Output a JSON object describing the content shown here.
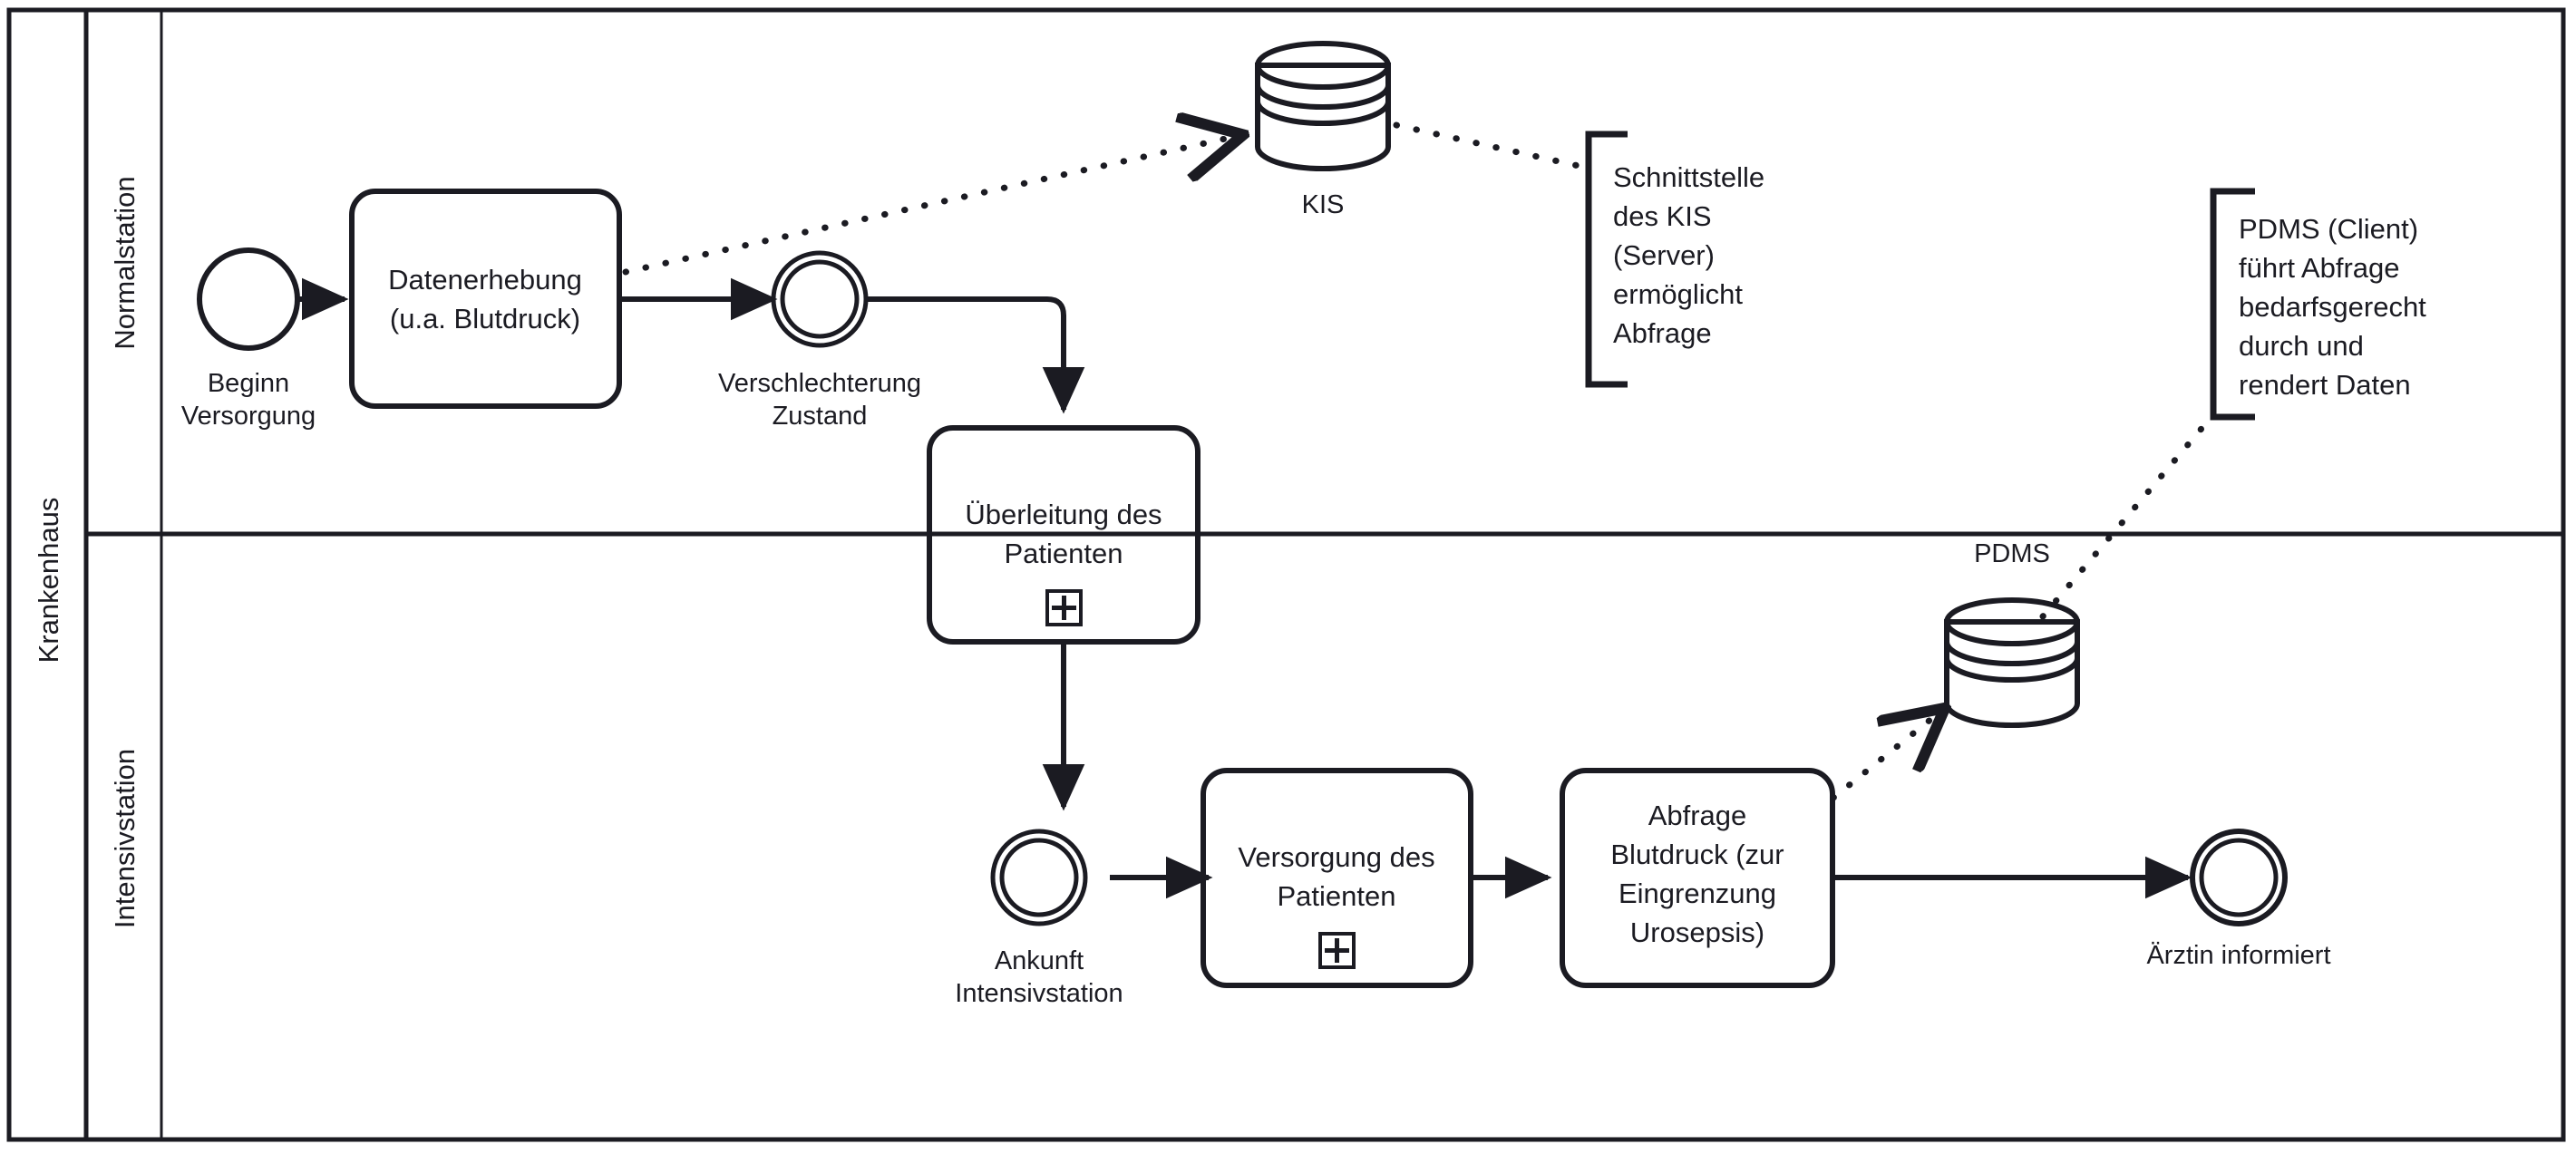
{
  "diagram": {
    "type": "bpmn-collaboration",
    "title": "Krankenhaus Blutdruck Abfrage Prozess",
    "stroke_color": "#1b1b22",
    "background_color": "#ffffff"
  },
  "pool": {
    "label": "Krankenhaus"
  },
  "lanes": [
    {
      "id": "normalstation",
      "label": "Normalstation"
    },
    {
      "id": "intensivstation",
      "label": "Intensivstation"
    }
  ],
  "events": [
    {
      "id": "start-beginn-versorgung",
      "kind": "start",
      "label": "Beginn\nVersorgung",
      "line1": "Beginn",
      "line2": "Versorgung"
    },
    {
      "id": "intermediate-verschlechterung",
      "kind": "intermediate",
      "label": "Verschlechterung\nZustand",
      "line1": "Verschlechterung",
      "line2": "Zustand"
    },
    {
      "id": "intermediate-ankunft",
      "kind": "intermediate",
      "label": "Ankunft\nIntensivstation",
      "line1": "Ankunft",
      "line2": "Intensivstation"
    },
    {
      "id": "end-aerztin-informiert",
      "kind": "end",
      "label": "Ärztin informiert",
      "line1": "Ärztin informiert",
      "line2": ""
    }
  ],
  "tasks": [
    {
      "id": "task-datenerhebung",
      "label": "Datenerhebung (u.a. Blutdruck)",
      "lines": [
        "Datenerhebung",
        "(u.a. Blutdruck)"
      ],
      "marker": "none"
    },
    {
      "id": "subprocess-ueberleitung",
      "label": "Überleitung des Patienten",
      "lines": [
        "Überleitung des",
        "Patienten"
      ],
      "marker": "collapsed-subprocess-plus"
    },
    {
      "id": "subprocess-versorgung",
      "label": "Versorgung des Patienten",
      "lines": [
        "Versorgung des",
        "Patienten"
      ],
      "marker": "collapsed-subprocess-plus"
    },
    {
      "id": "task-abfrage-blutdruck",
      "label": "Abfrage Blutdruck (zur Eingrenzung Urosepsis)",
      "lines": [
        "Abfrage",
        "Blutdruck (zur",
        "Eingrenzung",
        "Urosepsis)"
      ],
      "marker": "none"
    }
  ],
  "data_stores": [
    {
      "id": "datastore-kis",
      "label": "KIS"
    },
    {
      "id": "datastore-pdms",
      "label": "PDMS"
    }
  ],
  "annotations": [
    {
      "id": "annotation-kis",
      "lines": [
        "Schnittstelle",
        "des KIS",
        "(Server)",
        "ermöglicht",
        "Abfrage"
      ]
    },
    {
      "id": "annotation-pdms",
      "lines": [
        "PDMS (Client)",
        "führt Abfrage",
        "bedarfsgerecht",
        "durch und",
        "rendert Daten"
      ]
    }
  ],
  "flows": [
    {
      "id": "flow-start-to-datenerhebung",
      "kind": "sequence"
    },
    {
      "id": "flow-datenerhebung-to-verschlechterung",
      "kind": "sequence"
    },
    {
      "id": "flow-verschlechterung-to-ueberleitung",
      "kind": "sequence"
    },
    {
      "id": "flow-ueberleitung-to-ankunft",
      "kind": "sequence"
    },
    {
      "id": "flow-ankunft-to-versorgung",
      "kind": "sequence"
    },
    {
      "id": "flow-versorgung-to-abfrage",
      "kind": "sequence"
    },
    {
      "id": "flow-abfrage-to-end",
      "kind": "sequence"
    },
    {
      "id": "assoc-datenerhebung-to-kis",
      "kind": "data-association-dotted"
    },
    {
      "id": "assoc-kis-to-annotation",
      "kind": "association-dotted"
    },
    {
      "id": "assoc-abfrage-to-pdms",
      "kind": "data-association-dotted"
    },
    {
      "id": "assoc-pdms-to-annotation",
      "kind": "association-dotted"
    }
  ]
}
